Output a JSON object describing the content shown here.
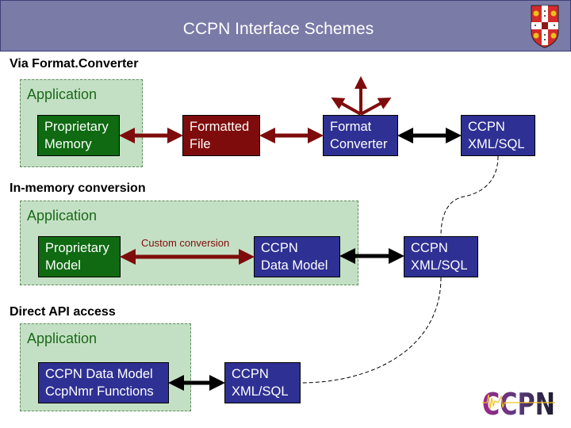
{
  "header": {
    "title": "CCPN Interface Schemes",
    "crest_icon": "university-crest-icon"
  },
  "sections": [
    {
      "title": "Via Format.Converter",
      "application_label": "Application",
      "boxes": {
        "proprietary": [
          "Proprietary",
          "Memory"
        ],
        "formatted_file": [
          "Formatted",
          "File"
        ],
        "format_converter": [
          "Format",
          "Converter"
        ],
        "xml_sql": [
          "CCPN",
          "XML/SQL"
        ]
      }
    },
    {
      "title": "In-memory conversion",
      "application_label": "Application",
      "custom_conversion_label": "Custom conversion",
      "boxes": {
        "proprietary": [
          "Proprietary",
          "Model"
        ],
        "data_model": [
          "CCPN",
          "Data Model"
        ],
        "xml_sql": [
          "CCPN",
          "XML/SQL"
        ]
      }
    },
    {
      "title": "Direct API access",
      "application_label": "Application",
      "boxes": {
        "api": [
          "CCPN Data Model",
          "CcpNmr Functions"
        ],
        "xml_sql": [
          "CCPN",
          "XML/SQL"
        ]
      }
    }
  ],
  "logo": {
    "text": "CCPN",
    "icon": "ccpn-logo-icon"
  },
  "colors": {
    "header": "#7a7ba7",
    "application_bg": "#c4e0c4",
    "proprietary_green": "#0f6a12",
    "file_red": "#7f0c0c",
    "ccpn_blue": "#2e3093"
  }
}
